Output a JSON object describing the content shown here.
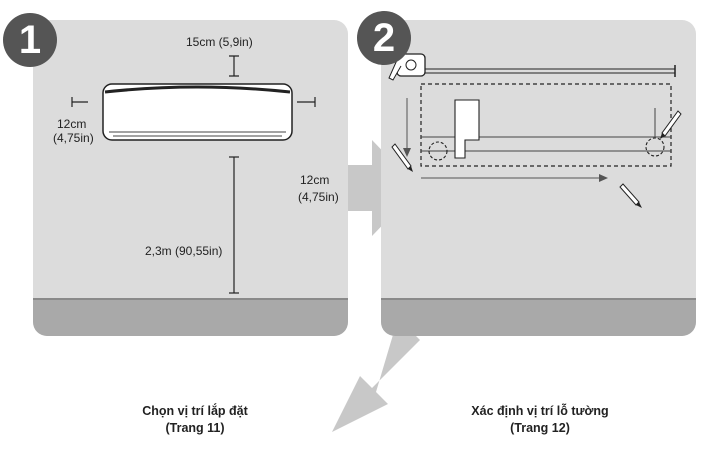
{
  "step1": {
    "number": "1",
    "dim_top": "15cm (5,9in)",
    "dim_side_cm": "12cm",
    "dim_side_in": "(4,75in)",
    "dim_floor": "2,3m (90,55in)",
    "caption_line1": "Chọn vị trí lắp đặt",
    "caption_line2": "(Trang 11)"
  },
  "step2": {
    "number": "2",
    "dim_side_cm": "12cm",
    "dim_side_in": "(4,75in)",
    "caption_line1": "Xác định vị trí lỗ tường",
    "caption_line2": "(Trang 12)"
  },
  "colors": {
    "wall": "#dcdcdc",
    "floor": "#a9a9a9",
    "badge": "#555555",
    "arrow": "#c8c8c8"
  }
}
